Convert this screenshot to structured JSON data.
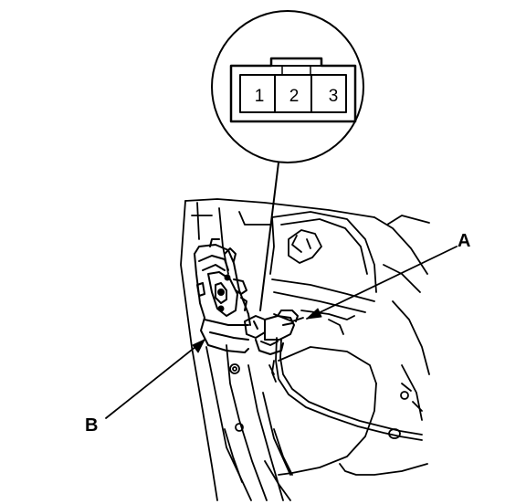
{
  "connector": {
    "pins": [
      "1",
      "2",
      "3"
    ]
  },
  "callouts": {
    "a": "A",
    "b": "B"
  }
}
